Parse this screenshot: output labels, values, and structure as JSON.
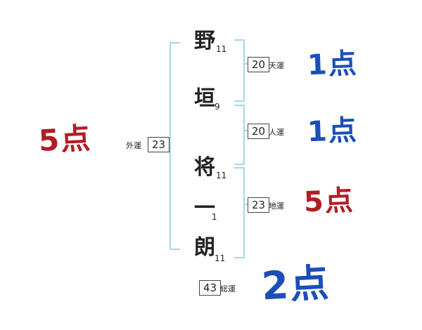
{
  "chars": [
    {
      "char": "野",
      "strokes": "11"
    },
    {
      "char": "垣",
      "strokes": "9"
    },
    {
      "char": "将",
      "strokes": "11"
    },
    {
      "char": "一",
      "strokes": "1"
    },
    {
      "char": "朗",
      "strokes": "11"
    }
  ],
  "fortunes": {
    "ten": {
      "label": "天運",
      "value": "20",
      "score": "1点"
    },
    "jin": {
      "label": "人運",
      "value": "20",
      "score": "1点"
    },
    "chi": {
      "label": "地運",
      "value": "23",
      "score": "5点"
    },
    "gai": {
      "label": "外運",
      "value": "23",
      "score": "5点"
    },
    "sou": {
      "label": "総運",
      "value": "43",
      "score": "2点"
    }
  },
  "colors": {
    "score_red": "#b01e24",
    "score_blue": "#1b4fb8",
    "bracket_blue": "#a7d6ea",
    "text": "#222222"
  }
}
